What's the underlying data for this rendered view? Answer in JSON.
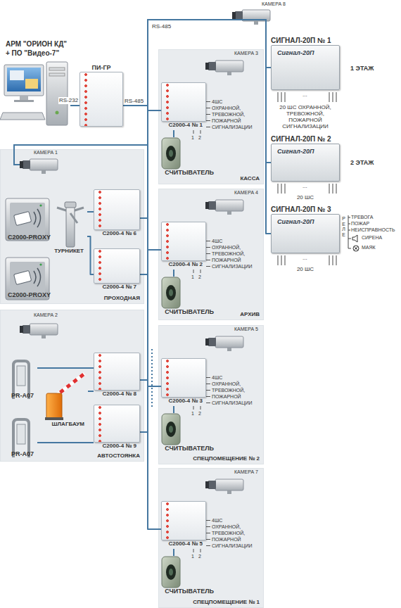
{
  "diagram": {
    "nodes": [
      {
        "text": [
          "АРМ \"ОРИОН КД\"",
          "+ ПО \"Видео-7\""
        ]
      },
      {
        "text": [
          "ПИ-ГР"
        ]
      },
      {
        "text": [
          "СИГНАЛ-20П № 1",
          "Сигнал-20П"
        ]
      },
      {
        "text": [
          "СИГНАЛ-20П № 2",
          "Сигнал-20П"
        ]
      },
      {
        "text": [
          "СИГНАЛ-20П № 3",
          "Сигнал-20П"
        ]
      },
      {
        "text": [
          "КАССА"
        ]
      },
      {
        "text": [
          "C2000-4 № 1"
        ],
        "in": 5
      },
      {
        "text": [
          "СЧИТЫВАТЕЛЬ"
        ],
        "in": 5
      },
      {
        "text": [
          "ПРОХОДНАЯ"
        ]
      },
      {
        "text": [
          "C2000-PROXY"
        ],
        "in": 8
      },
      {
        "text": [
          "C2000-PROXY"
        ],
        "in": 8
      },
      {
        "text": [
          "ТУРНИКЕТ"
        ],
        "in": 8
      },
      {
        "text": [
          "C2000-4 № 6"
        ],
        "in": 8
      },
      {
        "text": [
          "C2000-4 № 7"
        ],
        "in": 8
      },
      {
        "text": [
          "АРХИВ"
        ]
      },
      {
        "text": [
          "C2000-4 № 2"
        ],
        "in": 14
      },
      {
        "text": [
          "СЧИТЫВАТЕЛЬ"
        ],
        "in": 14
      },
      {
        "text": [
          "АВТОСТОЯНКА"
        ]
      },
      {
        "text": [
          "PR-A07"
        ],
        "in": 17
      },
      {
        "text": [
          "PR-A07"
        ],
        "in": 17
      },
      {
        "text": [
          "ШЛАГБАУМ"
        ],
        "in": 17
      },
      {
        "text": [
          "C2000-4 № 8"
        ],
        "in": 17
      },
      {
        "text": [
          "C2000-4 № 9"
        ],
        "in": 17
      },
      {
        "text": [
          "СПЕЦПОМЕЩЕНИЕ № 2"
        ]
      },
      {
        "text": [
          "C2000-4 № 3"
        ],
        "in": 23
      },
      {
        "text": [
          "СЧИТЫВАТЕЛЬ"
        ],
        "in": 23
      },
      {
        "text": [
          "СПЕЦПОМЕЩЕНИЕ № 1"
        ]
      },
      {
        "text": [
          "C2000-4 № 5"
        ],
        "in": 26
      },
      {
        "text": [
          "СЧИТЫВАТЕЛЬ"
        ],
        "in": 26
      }
    ],
    "edges": [
      {
        "from": 0,
        "to": 1,
        "label": "RS-232",
        "arrow": "none"
      },
      {
        "from": 1,
        "to": 2,
        "arrow": "none"
      },
      {
        "from": 1,
        "to": 3,
        "arrow": "none"
      },
      {
        "from": 1,
        "to": 4,
        "arrow": "none"
      },
      {
        "from": 1,
        "to": 6,
        "arrow": "none"
      },
      {
        "from": 1,
        "to": 12,
        "arrow": "none"
      },
      {
        "from": 1,
        "to": 13,
        "arrow": "none"
      },
      {
        "from": 1,
        "to": 15,
        "arrow": "none"
      },
      {
        "from": 1,
        "to": 21,
        "arrow": "none"
      },
      {
        "from": 1,
        "to": 22,
        "arrow": "none"
      },
      {
        "from": 1,
        "to": 24,
        "arrow": "none"
      },
      {
        "from": 1,
        "to": 27,
        "arrow": "none"
      },
      {
        "from": 6,
        "to": 7,
        "arrow": "none"
      },
      {
        "from": 15,
        "to": 16,
        "arrow": "none"
      },
      {
        "from": 24,
        "to": 25,
        "arrow": "none"
      },
      {
        "from": 27,
        "to": 28,
        "arrow": "none"
      },
      {
        "from": 11,
        "to": 12,
        "arrow": "none"
      },
      {
        "from": 11,
        "to": 13,
        "arrow": "none"
      },
      {
        "from": 18,
        "to": 21,
        "arrow": "none"
      },
      {
        "from": 20,
        "to": 21,
        "arrow": "none"
      },
      {
        "from": 19,
        "to": 22,
        "arrow": "none"
      }
    ],
    "labels": [
      "RS-485",
      "RS-485",
      "КАМЕРА 8",
      "КАМЕРА 3",
      "4ШС ОХРАННОЙ, ТРЕВОЖНОЙ, ПОЖАРНОЙ СИГНАЛИЗАЦИИ",
      "1",
      "2",
      "1 ЭТАЖ",
      "...",
      "20 ШС ОХРАННОЙ, ТРЕВОЖНОЙ, ПОЖАРНОЙ СИГНАЛИЗАЦИИ",
      "2 ЭТАЖ",
      "...",
      "20 ШС",
      "...",
      "20 ШС",
      "РЕЛЕ",
      "ТРЕВОГА",
      "ПОЖАР",
      "НЕИСПРАВНОСТЬ",
      "СИРЕНА",
      "МАЯК",
      "КАМЕРА 1",
      "КАМЕРА 4",
      "4ШС ОХРАННОЙ, ТРЕВОЖНОЙ, ПОЖАРНОЙ СИГНАЛИЗАЦИИ",
      "1",
      "2",
      "КАМЕРА 2",
      "КАМЕРА 5",
      "4ШС ОХРАННОЙ, ТРЕВОЖНОЙ, ПОЖАРНОЙ СИГНАЛИЗАЦИИ",
      "1",
      "2",
      "КАМЕРА 7",
      "4ШС ОХРАННОЙ, ТРЕВОЖНОЙ, ПОЖАРНОЙ СИГНАЛИЗАЦИИ",
      "1",
      "2"
    ]
  }
}
